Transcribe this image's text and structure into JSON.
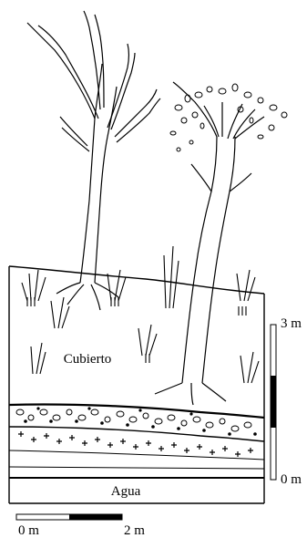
{
  "labels": {
    "cover": "Cubierto",
    "water": "Agua"
  },
  "vertical_scale": {
    "top_label": "3 m",
    "bottom_label": "0 m"
  },
  "horizontal_scale": {
    "left_label": "0 m",
    "right_label": "2 m"
  },
  "colors": {
    "ink": "#000000",
    "paper": "#ffffff"
  }
}
